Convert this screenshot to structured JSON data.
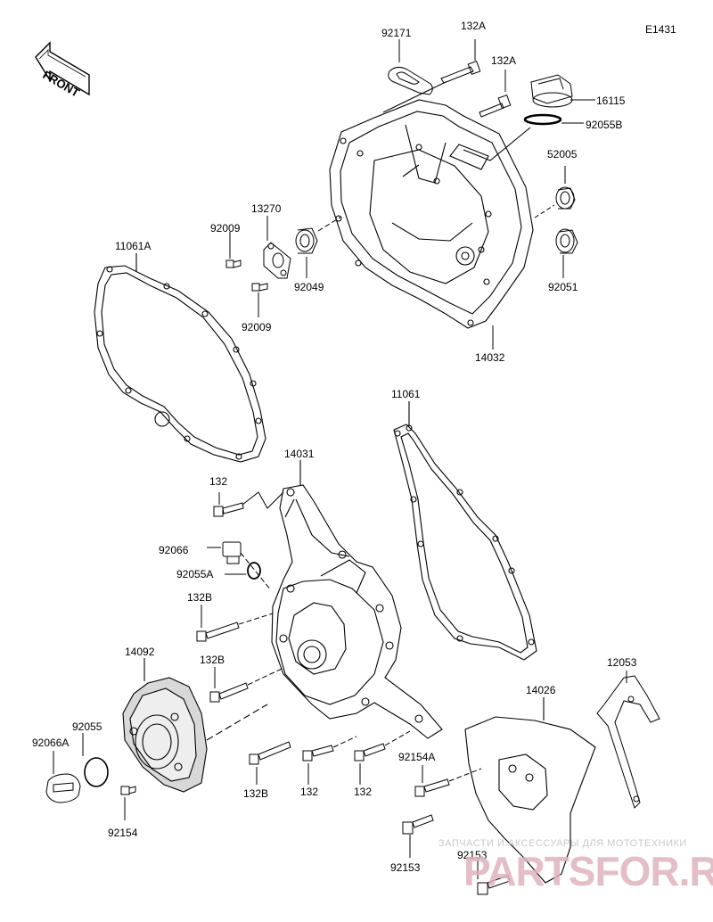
{
  "ref_code": "E1431",
  "front_label": "FRONT",
  "watermark": {
    "line1": "ЗАПЧАСТИ И АКСЕССУАРЫ ДЛЯ МОТОТЕХНИКИ",
    "line2": "PARTSFOR.RU"
  },
  "parts": [
    {
      "id": "92171",
      "label": "92171"
    },
    {
      "id": "132A-1",
      "label": "132A"
    },
    {
      "id": "132A-2",
      "label": "132A"
    },
    {
      "id": "16115",
      "label": "16115"
    },
    {
      "id": "92055B",
      "label": "92055B"
    },
    {
      "id": "52005",
      "label": "52005"
    },
    {
      "id": "92051",
      "label": "92051"
    },
    {
      "id": "14032",
      "label": "14032"
    },
    {
      "id": "13270",
      "label": "13270"
    },
    {
      "id": "92009-1",
      "label": "92009"
    },
    {
      "id": "92009-2",
      "label": "92009"
    },
    {
      "id": "92049",
      "label": "92049"
    },
    {
      "id": "11061A",
      "label": "11061A"
    },
    {
      "id": "11061",
      "label": "11061"
    },
    {
      "id": "14031",
      "label": "14031"
    },
    {
      "id": "132-1",
      "label": "132"
    },
    {
      "id": "92066",
      "label": "92066"
    },
    {
      "id": "92055A",
      "label": "92055A"
    },
    {
      "id": "132B-1",
      "label": "132B"
    },
    {
      "id": "132B-2",
      "label": "132B"
    },
    {
      "id": "14092",
      "label": "14092"
    },
    {
      "id": "92055",
      "label": "92055"
    },
    {
      "id": "92066A",
      "label": "92066A"
    },
    {
      "id": "92154",
      "label": "92154"
    },
    {
      "id": "132B-3",
      "label": "132B"
    },
    {
      "id": "132-2",
      "label": "132"
    },
    {
      "id": "132-3",
      "label": "132"
    },
    {
      "id": "92154A",
      "label": "92154A"
    },
    {
      "id": "12053",
      "label": "12053"
    },
    {
      "id": "14026",
      "label": "14026"
    },
    {
      "id": "92153-1",
      "label": "92153"
    },
    {
      "id": "92153-2",
      "label": "92153"
    }
  ]
}
